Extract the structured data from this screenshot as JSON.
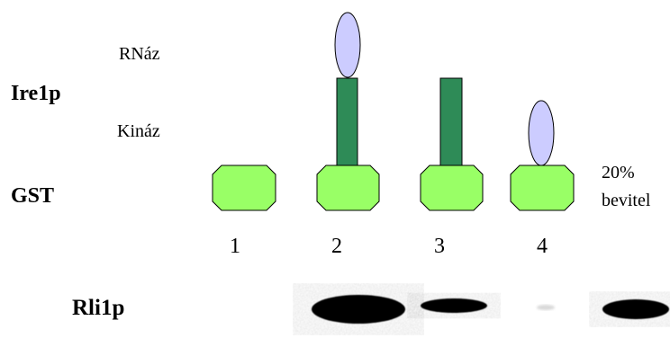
{
  "labels": {
    "rnaz": "RNáz",
    "ire1p": "Ire1p",
    "kinaz": "Kináz",
    "gst": "GST",
    "input_line1": "20%",
    "input_line2": "bevitel",
    "rli1p": "Rli1p"
  },
  "lanes": [
    "1",
    "2",
    "3",
    "4"
  ],
  "colors": {
    "gst_fill": "#99ff66",
    "kinase_fill": "#2e8b57",
    "rnase_fill": "#ccccff",
    "band": "#000000"
  }
}
